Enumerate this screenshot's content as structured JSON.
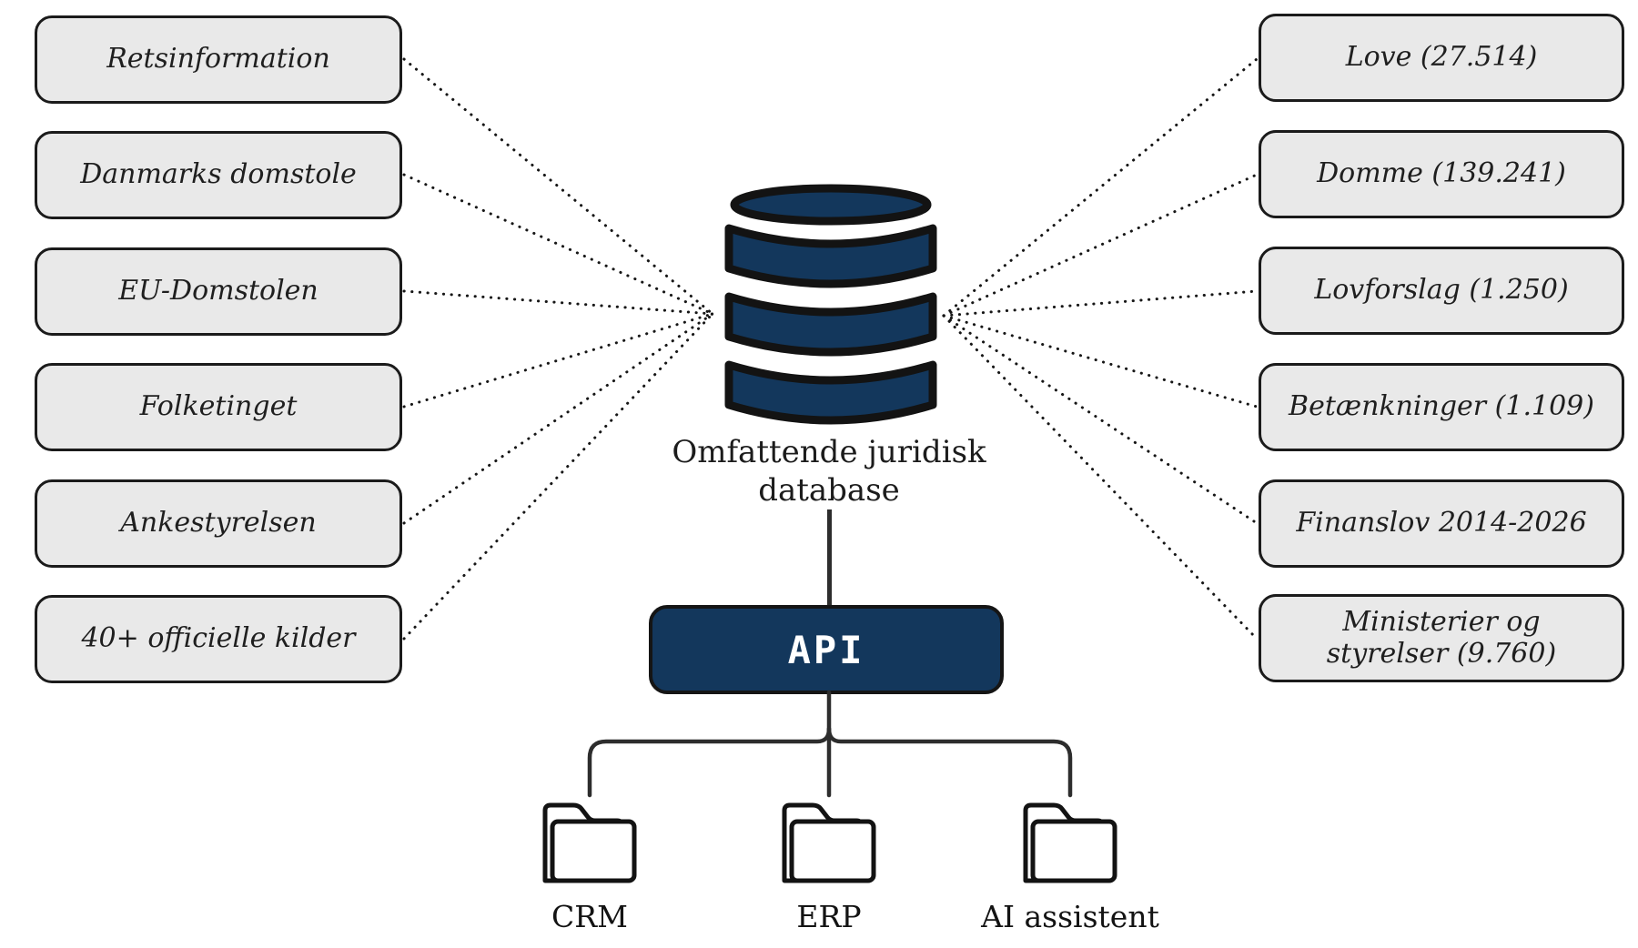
{
  "diagram": {
    "sources": [
      {
        "label": "Retsinformation"
      },
      {
        "label": "Danmarks domstole"
      },
      {
        "label": "EU-Domstolen"
      },
      {
        "label": "Folketinget"
      },
      {
        "label": "Ankestyrelsen"
      },
      {
        "label": "40+ officielle kilder"
      }
    ],
    "database": {
      "label": "Omfattende juridisk database"
    },
    "contents": [
      {
        "label": "Love (27.514)"
      },
      {
        "label": "Domme (139.241)"
      },
      {
        "label": "Lovforslag (1.250)"
      },
      {
        "label": "Betænkninger (1.109)"
      },
      {
        "label": "Finanslov 2014-2026"
      },
      {
        "label": "Ministerier og styrelser (9.760)"
      }
    ],
    "api": {
      "label": "API"
    },
    "consumers": [
      {
        "label": "CRM"
      },
      {
        "label": "ERP"
      },
      {
        "label": "AI assistent"
      }
    ],
    "colors": {
      "navy": "#13375c",
      "box_fill": "#e9e9e9",
      "box_border": "#1b1b1b",
      "connector": "#2d2d2d",
      "text": "#1f1f1f"
    }
  }
}
